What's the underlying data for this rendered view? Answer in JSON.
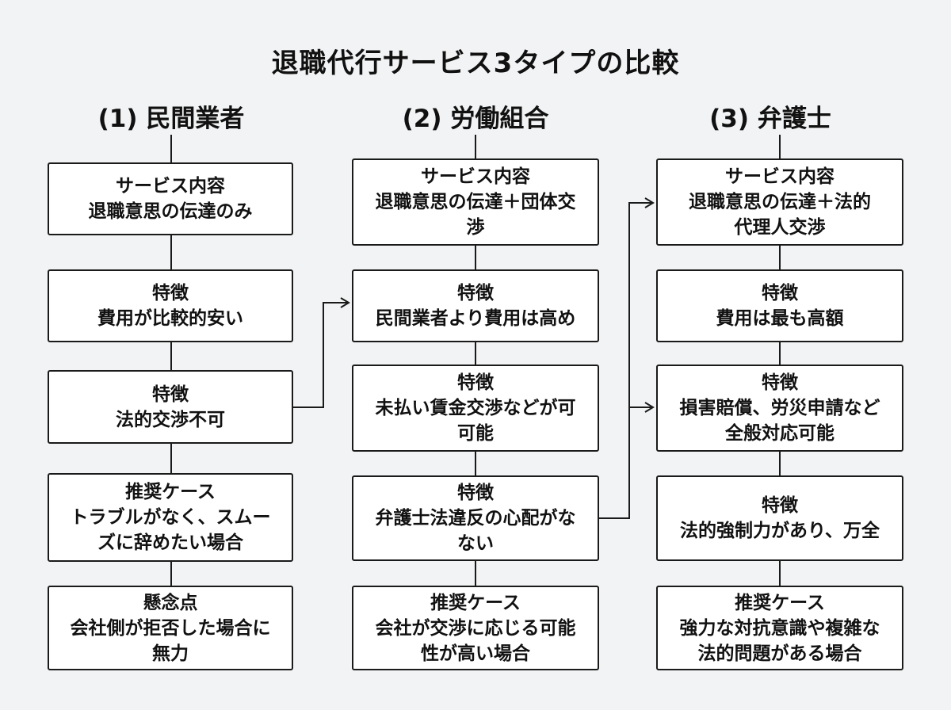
{
  "title": "退職代行サービス3タイプの比較",
  "columns": [
    {
      "heading": "(1) 民間業者",
      "boxes": [
        {
          "heading": "サービス内容",
          "lines": [
            "退職意思の伝達のみ"
          ]
        },
        {
          "heading": "特徴",
          "lines": [
            "費用が比較的安い"
          ]
        },
        {
          "heading": "特徴",
          "lines": [
            "法的交渉不可"
          ]
        },
        {
          "heading": "推奨ケース",
          "lines": [
            "トラブルがなく、スムー",
            "ズに辞めたい場合"
          ]
        },
        {
          "heading": "懸念点",
          "lines": [
            "会社側が拒否した場合に",
            "無力"
          ]
        }
      ]
    },
    {
      "heading": "(2) 労働組合",
      "boxes": [
        {
          "heading": "サービス内容",
          "lines": [
            "退職意思の伝達＋団体交",
            "渉"
          ]
        },
        {
          "heading": "特徴",
          "lines": [
            "民間業者より費用は高め"
          ]
        },
        {
          "heading": "特徴",
          "lines": [
            "未払い賃金交渉などが可",
            "可能"
          ]
        },
        {
          "heading": "特徴",
          "lines": [
            "弁護士法違反の心配がな",
            "ない"
          ]
        },
        {
          "heading": "推奨ケース",
          "lines": [
            "会社が交渉に応じる可能",
            "性が高い場合"
          ]
        }
      ]
    },
    {
      "heading": "(3) 弁護士",
      "boxes": [
        {
          "heading": "サービス内容",
          "lines": [
            "退職意思の伝達＋法的",
            "代理人交渉"
          ]
        },
        {
          "heading": "特徴",
          "lines": [
            "費用は最も高額"
          ]
        },
        {
          "heading": "特徴",
          "lines": [
            "損害賠償、労災申請など",
            "全般対応可能"
          ]
        },
        {
          "heading": "特徴",
          "lines": [
            "法的強制力があり、万全"
          ]
        },
        {
          "heading": "推奨ケース",
          "lines": [
            "強力な対抗意識や複雑な",
            "法的問題がある場合"
          ]
        }
      ]
    }
  ]
}
